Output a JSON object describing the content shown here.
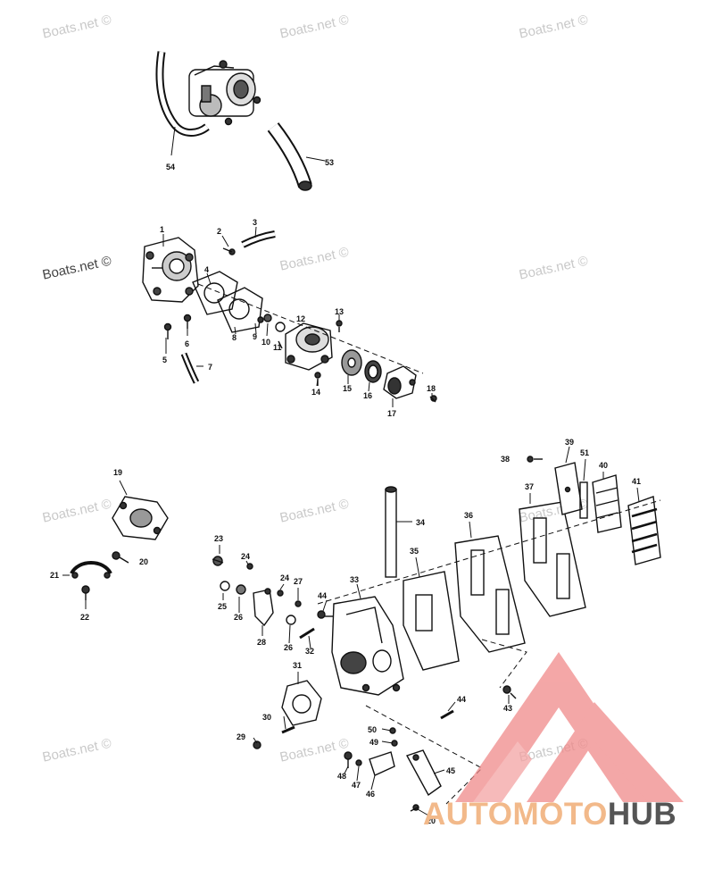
{
  "watermarks": [
    {
      "text": "Boats.net ©"
    },
    {
      "text": "Boats.net ©"
    },
    {
      "text": "Boats.net ©"
    },
    {
      "text": "Boats.net ©"
    },
    {
      "text": "Boats.net ©"
    },
    {
      "text": "Boats.net ©"
    },
    {
      "text": "Boats.net ©"
    },
    {
      "text": "Boats.net ©"
    },
    {
      "text": "Boats.net ©"
    },
    {
      "text": "Boats.net ©"
    },
    {
      "text": "Boats.net ©"
    },
    {
      "text": "Boats.net ©"
    }
  ],
  "logo": {
    "part1": "AUTOMOTO",
    "part2": "HUB",
    "accent": "#f08a8a",
    "accent2": "#f2b98a"
  },
  "callouts": {
    "c1": "1",
    "c2": "2",
    "c3": "3",
    "c4": "4",
    "c5": "5",
    "c6": "6",
    "c7": "7",
    "c8": "8",
    "c9": "9",
    "c10": "10",
    "c11": "11",
    "c12": "12",
    "c13": "13",
    "c14": "14",
    "c15": "15",
    "c16": "16",
    "c17": "17",
    "c18": "18",
    "c19": "19",
    "c20a": "20",
    "c20b": "20",
    "c21": "21",
    "c22": "22",
    "c23": "23",
    "c24a": "24",
    "c24b": "24",
    "c25": "25",
    "c26a": "26",
    "c26b": "26",
    "c27": "27",
    "c28": "28",
    "c29": "29",
    "c30": "30",
    "c31": "31",
    "c32": "32",
    "c33": "33",
    "c34": "34",
    "c35": "35",
    "c36": "36",
    "c37": "37",
    "c38": "38",
    "c39": "39",
    "c40": "40",
    "c41": "41",
    "c43": "43",
    "c44a": "44",
    "c44b": "44",
    "c45": "45",
    "c46": "46",
    "c47": "47",
    "c48": "48",
    "c49": "49",
    "c50": "50",
    "c51": "51",
    "c53": "53",
    "c54": "54"
  }
}
